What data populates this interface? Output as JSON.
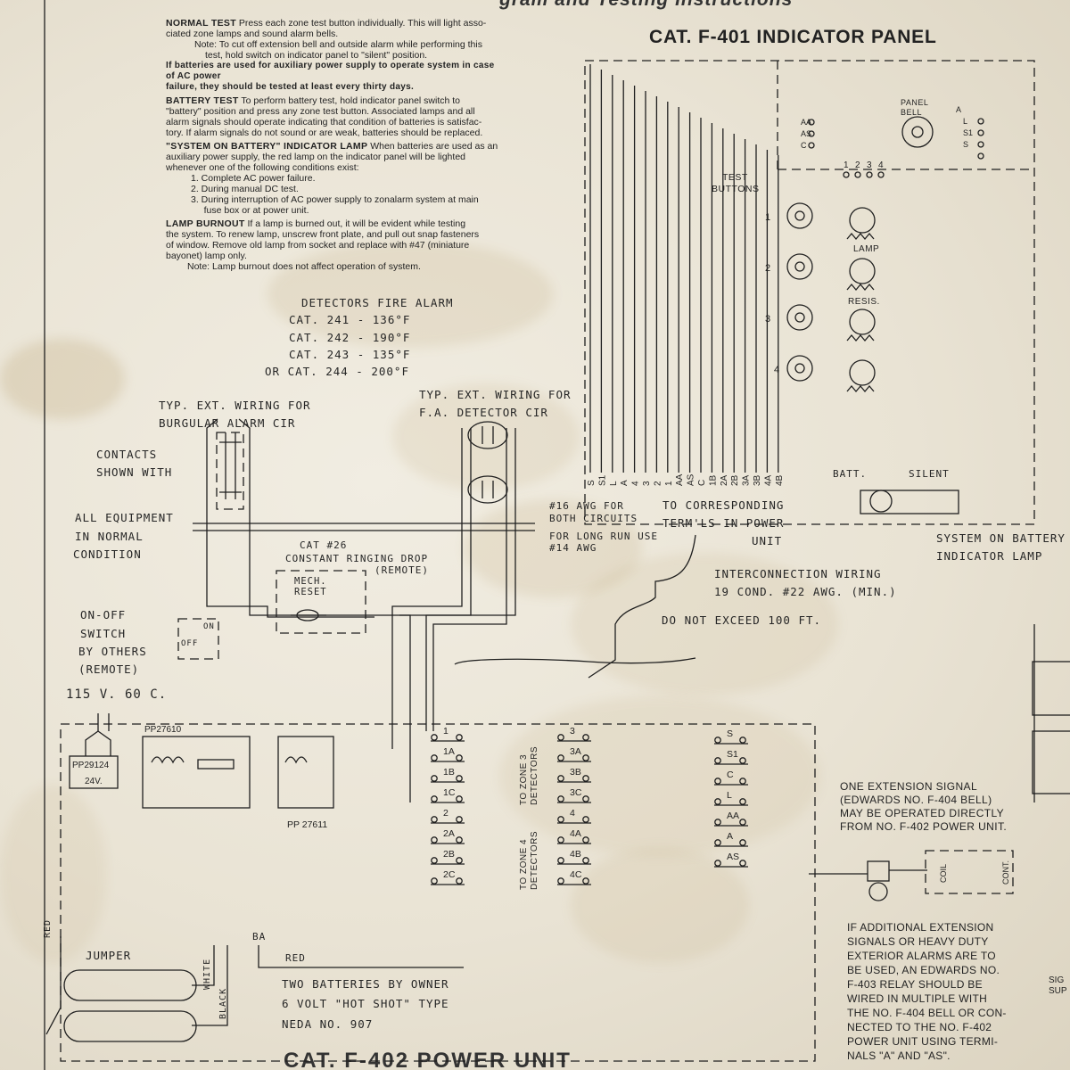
{
  "header": {
    "partial_title": "gram and Testing Instructions",
    "panel_title": "CAT. F-401 INDICATOR PANEL",
    "bottom_title": "CAT. F-402 POWER UNIT"
  },
  "instructions": {
    "normal_test": {
      "heading": "NORMAL TEST",
      "lines": [
        "Press each zone test button individually. This will light asso-",
        "ciated zone lamps and sound alarm bells."
      ],
      "note": [
        "Note: To cut off extension bell and outside alarm while performing this",
        "test, hold switch on indicator panel to \"silent\" position."
      ]
    },
    "battery_warning": [
      "If batteries are used for auxiliary power supply to operate system in case of AC power",
      "failure, they should be tested at least every thirty days."
    ],
    "battery_test": {
      "heading": "BATTERY TEST",
      "lines": [
        "To perform battery test, hold indicator panel switch to",
        "\"battery\" position and press any zone test button. Associated lamps and all",
        "alarm signals should operate indicating that condition of batteries is satisfac-",
        "tory. If alarm signals do not sound or are weak, batteries should be replaced."
      ]
    },
    "system_on_battery": {
      "heading": "\"SYSTEM ON BATTERY\" INDICATOR LAMP",
      "lines": [
        "When batteries are used as an",
        "auxiliary power supply, the red lamp on the indicator panel will be lighted",
        "whenever one of the following conditions exist:"
      ],
      "items": [
        "1.  Complete AC power failure.",
        "2.  During manual DC test.",
        "3.  During interruption of AC power supply to zonalarm system at main",
        "     fuse box or at power unit."
      ]
    },
    "lamp_burnout": {
      "heading": "LAMP BURNOUT",
      "lines": [
        "If a lamp is burned out, it will be evident while testing",
        "the system. To renew lamp, unscrew front plate, and pull out snap fasteners",
        "of window. Remove old lamp from socket and replace with #47 (miniature",
        "bayonet) lamp only."
      ],
      "note": "Note: Lamp burnout does not affect operation of system."
    }
  },
  "detectors": {
    "heading": "DETECTORS FIRE ALARM",
    "rows": [
      "CAT. 241 - 136°F",
      "CAT. 242 - 190°F",
      "CAT. 243 - 135°F",
      "OR CAT. 244 - 200°F"
    ]
  },
  "labels": {
    "burglar_wiring": [
      "TYP. EXT. WIRING FOR",
      "BURGULAR ALARM CIR"
    ],
    "fa_wiring": [
      "TYP. EXT. WIRING FOR",
      "F.A. DETECTOR CIR"
    ],
    "contacts": [
      "CONTACTS",
      "SHOWN WITH"
    ],
    "all_equipment": [
      "ALL EQUIPMENT",
      "IN NORMAL",
      "CONDITION"
    ],
    "ringing_drop": [
      "CAT #26",
      "CONSTANT RINGING DROP",
      "(REMOTE)"
    ],
    "mech_reset": [
      "MECH.",
      "RESET"
    ],
    "on_off": [
      "ON-OFF",
      "SWITCH",
      "BY OTHERS",
      "(REMOTE)"
    ],
    "switch_on": "ON",
    "switch_off": "OFF",
    "awg16": [
      "#16 AWG FOR",
      "BOTH CIRCUITS"
    ],
    "long_run": [
      "FOR LONG RUN USE",
      "#14 AWG"
    ],
    "to_power_unit": [
      "TO CORRESPONDING",
      "TERM'LS IN POWER",
      "UNIT"
    ],
    "interconnection": [
      "INTERCONNECTION WIRING",
      "19 COND. #22 AWG. (MIN.)"
    ],
    "do_not_exceed": "DO NOT EXCEED 100 FT.",
    "system_on_battery_lamp": [
      "SYSTEM ON BATTERY",
      "INDICATOR LAMP"
    ],
    "test_buttons": [
      "TEST",
      "BUTTONS"
    ],
    "panel_bell": [
      "PANEL",
      "BELL"
    ],
    "lamp": "LAMP",
    "resis": "RESIS.",
    "batt": "BATT.",
    "silent": "SILENT",
    "volt_115": "115 V. 60 C.",
    "pp27610": "PP27610",
    "pp29124": "PP29124",
    "v24": "24V.",
    "pp27611": "PP 27611",
    "jumper": "JUMPER",
    "red_vertical": "RED",
    "red": "RED",
    "white": "WHITE",
    "black": "BLACK",
    "ba": "BA",
    "batteries": [
      "TWO BATTERIES BY OWNER",
      "6 VOLT \"HOT SHOT\" TYPE",
      "NEDA NO. 907"
    ],
    "zone3": [
      "TO ZONE 3",
      "DETECTORS"
    ],
    "zone4": [
      "TO ZONE 4",
      "DETECTORS"
    ],
    "extension_signal": [
      "ONE EXTENSION SIGNAL",
      "(EDWARDS NO. F-404 BELL)",
      "MAY BE OPERATED DIRECTLY",
      "FROM NO. F-402 POWER UNIT."
    ],
    "relay_note": [
      "IF ADDITIONAL EXTENSION",
      "SIGNALS OR HEAVY DUTY",
      "EXTERIOR ALARMS ARE TO",
      "BE USED, AN EDWARDS NO.",
      "F-403 RELAY SHOULD BE",
      "WIRED IN MULTIPLE WITH",
      "THE NO. F-404 BELL OR CON-",
      "NECTED TO THE NO. F-402",
      "POWER UNIT USING TERMI-",
      "NALS \"A\" AND \"AS\"."
    ],
    "coil": "COIL",
    "cont": "CONT.",
    "sig": "SIG",
    "sup": "SUP"
  },
  "panel_terminals": [
    "S",
    "S1",
    "L",
    "A",
    "4",
    "3",
    "2",
    "1",
    "AA",
    "AS",
    "C",
    "1B",
    "2A",
    "2B",
    "3A",
    "3B",
    "4A",
    "4B"
  ],
  "panel_side_terminals": [
    "AA",
    "AS",
    "C"
  ],
  "panel_right_terminals": [
    "A",
    "L",
    "S1",
    "S"
  ],
  "panel_numbers": [
    "1",
    "2",
    "3",
    "4"
  ],
  "left_terminals": [
    "1",
    "1A",
    "1B",
    "1C",
    "2",
    "2A",
    "2B",
    "2C"
  ],
  "mid_terminals": [
    "3",
    "3A",
    "3B",
    "3C",
    "4",
    "4A",
    "4B",
    "4C"
  ],
  "right_terminals": [
    "S",
    "S1",
    "C",
    "L",
    "AA",
    "A",
    "AS"
  ],
  "button_numbers": [
    "1",
    "2",
    "3",
    "4"
  ]
}
